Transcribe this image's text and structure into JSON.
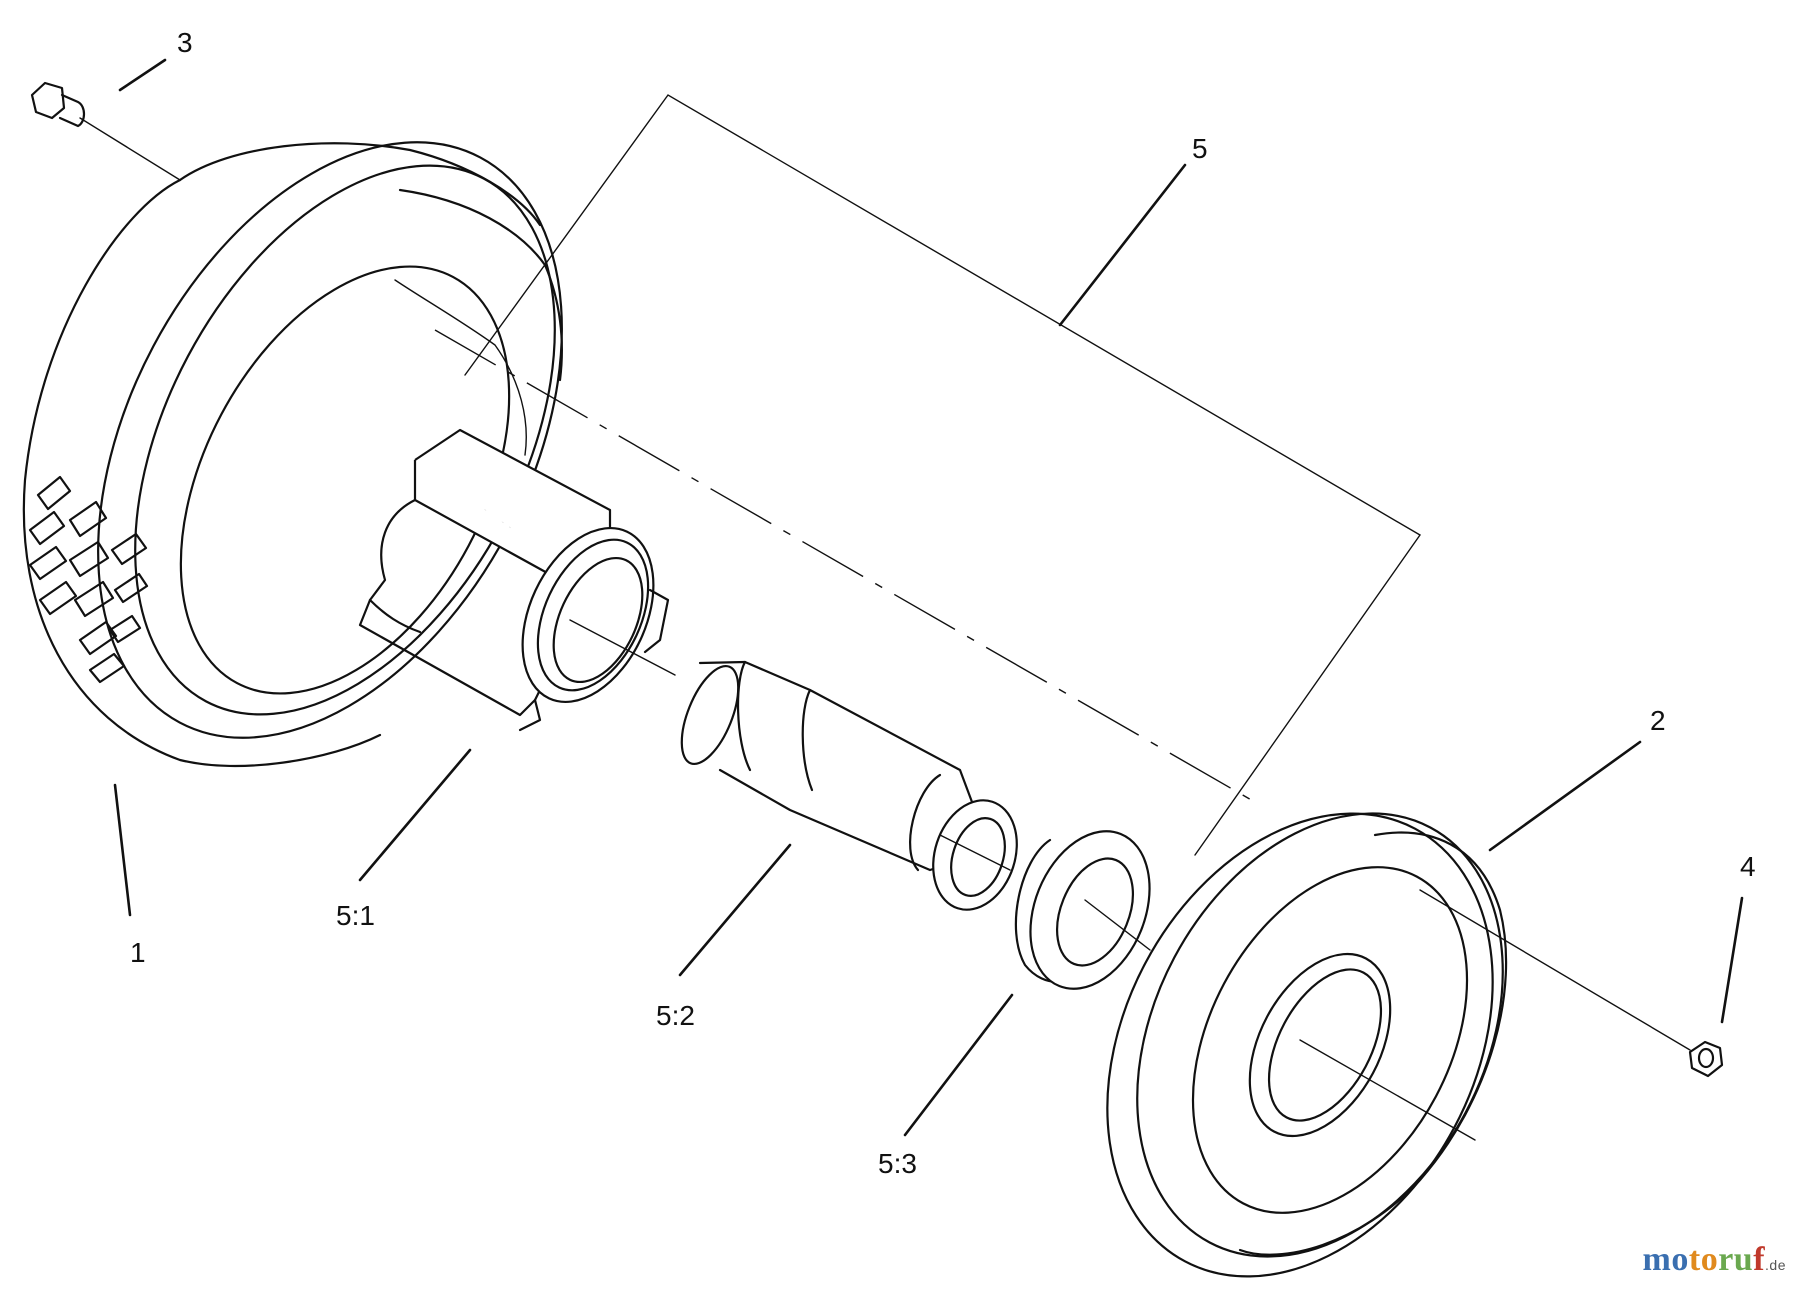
{
  "callouts": {
    "c1": "1",
    "c2": "2",
    "c3": "3",
    "c4": "4",
    "c5": "5",
    "c51": "5:1",
    "c52": "5:2",
    "c53": "5:3"
  },
  "watermark": {
    "part1": "mo",
    "part2": "to",
    "part3": "ru",
    "part4": "f",
    "suffix": ".de"
  }
}
